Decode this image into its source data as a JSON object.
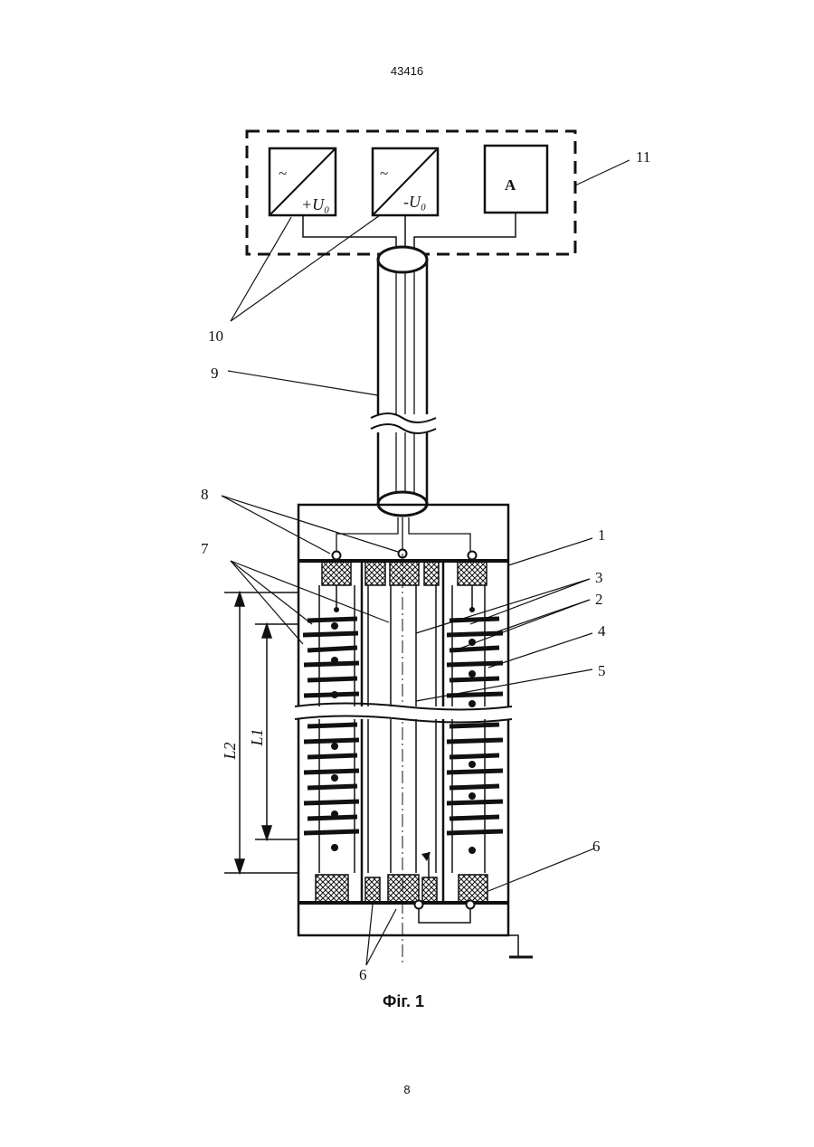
{
  "header": {
    "doc_number": "43416"
  },
  "footer": {
    "page_number": "8"
  },
  "figure": {
    "caption": "Фіг. 1",
    "source_plus": {
      "glyph": "~",
      "label": "+U₀"
    },
    "source_minus": {
      "glyph": "~",
      "label": "-U₀"
    },
    "ammeter": {
      "label": "A"
    },
    "callouts": {
      "c1": "1",
      "c2": "2",
      "c3": "3",
      "c4": "4",
      "c5": "5",
      "c6a": "6",
      "c6b": "6",
      "c7": "7",
      "c8": "8",
      "c9": "9",
      "c10": "10",
      "c11": "11"
    },
    "dimensions": {
      "L1": "L1",
      "L2": "L2"
    }
  }
}
